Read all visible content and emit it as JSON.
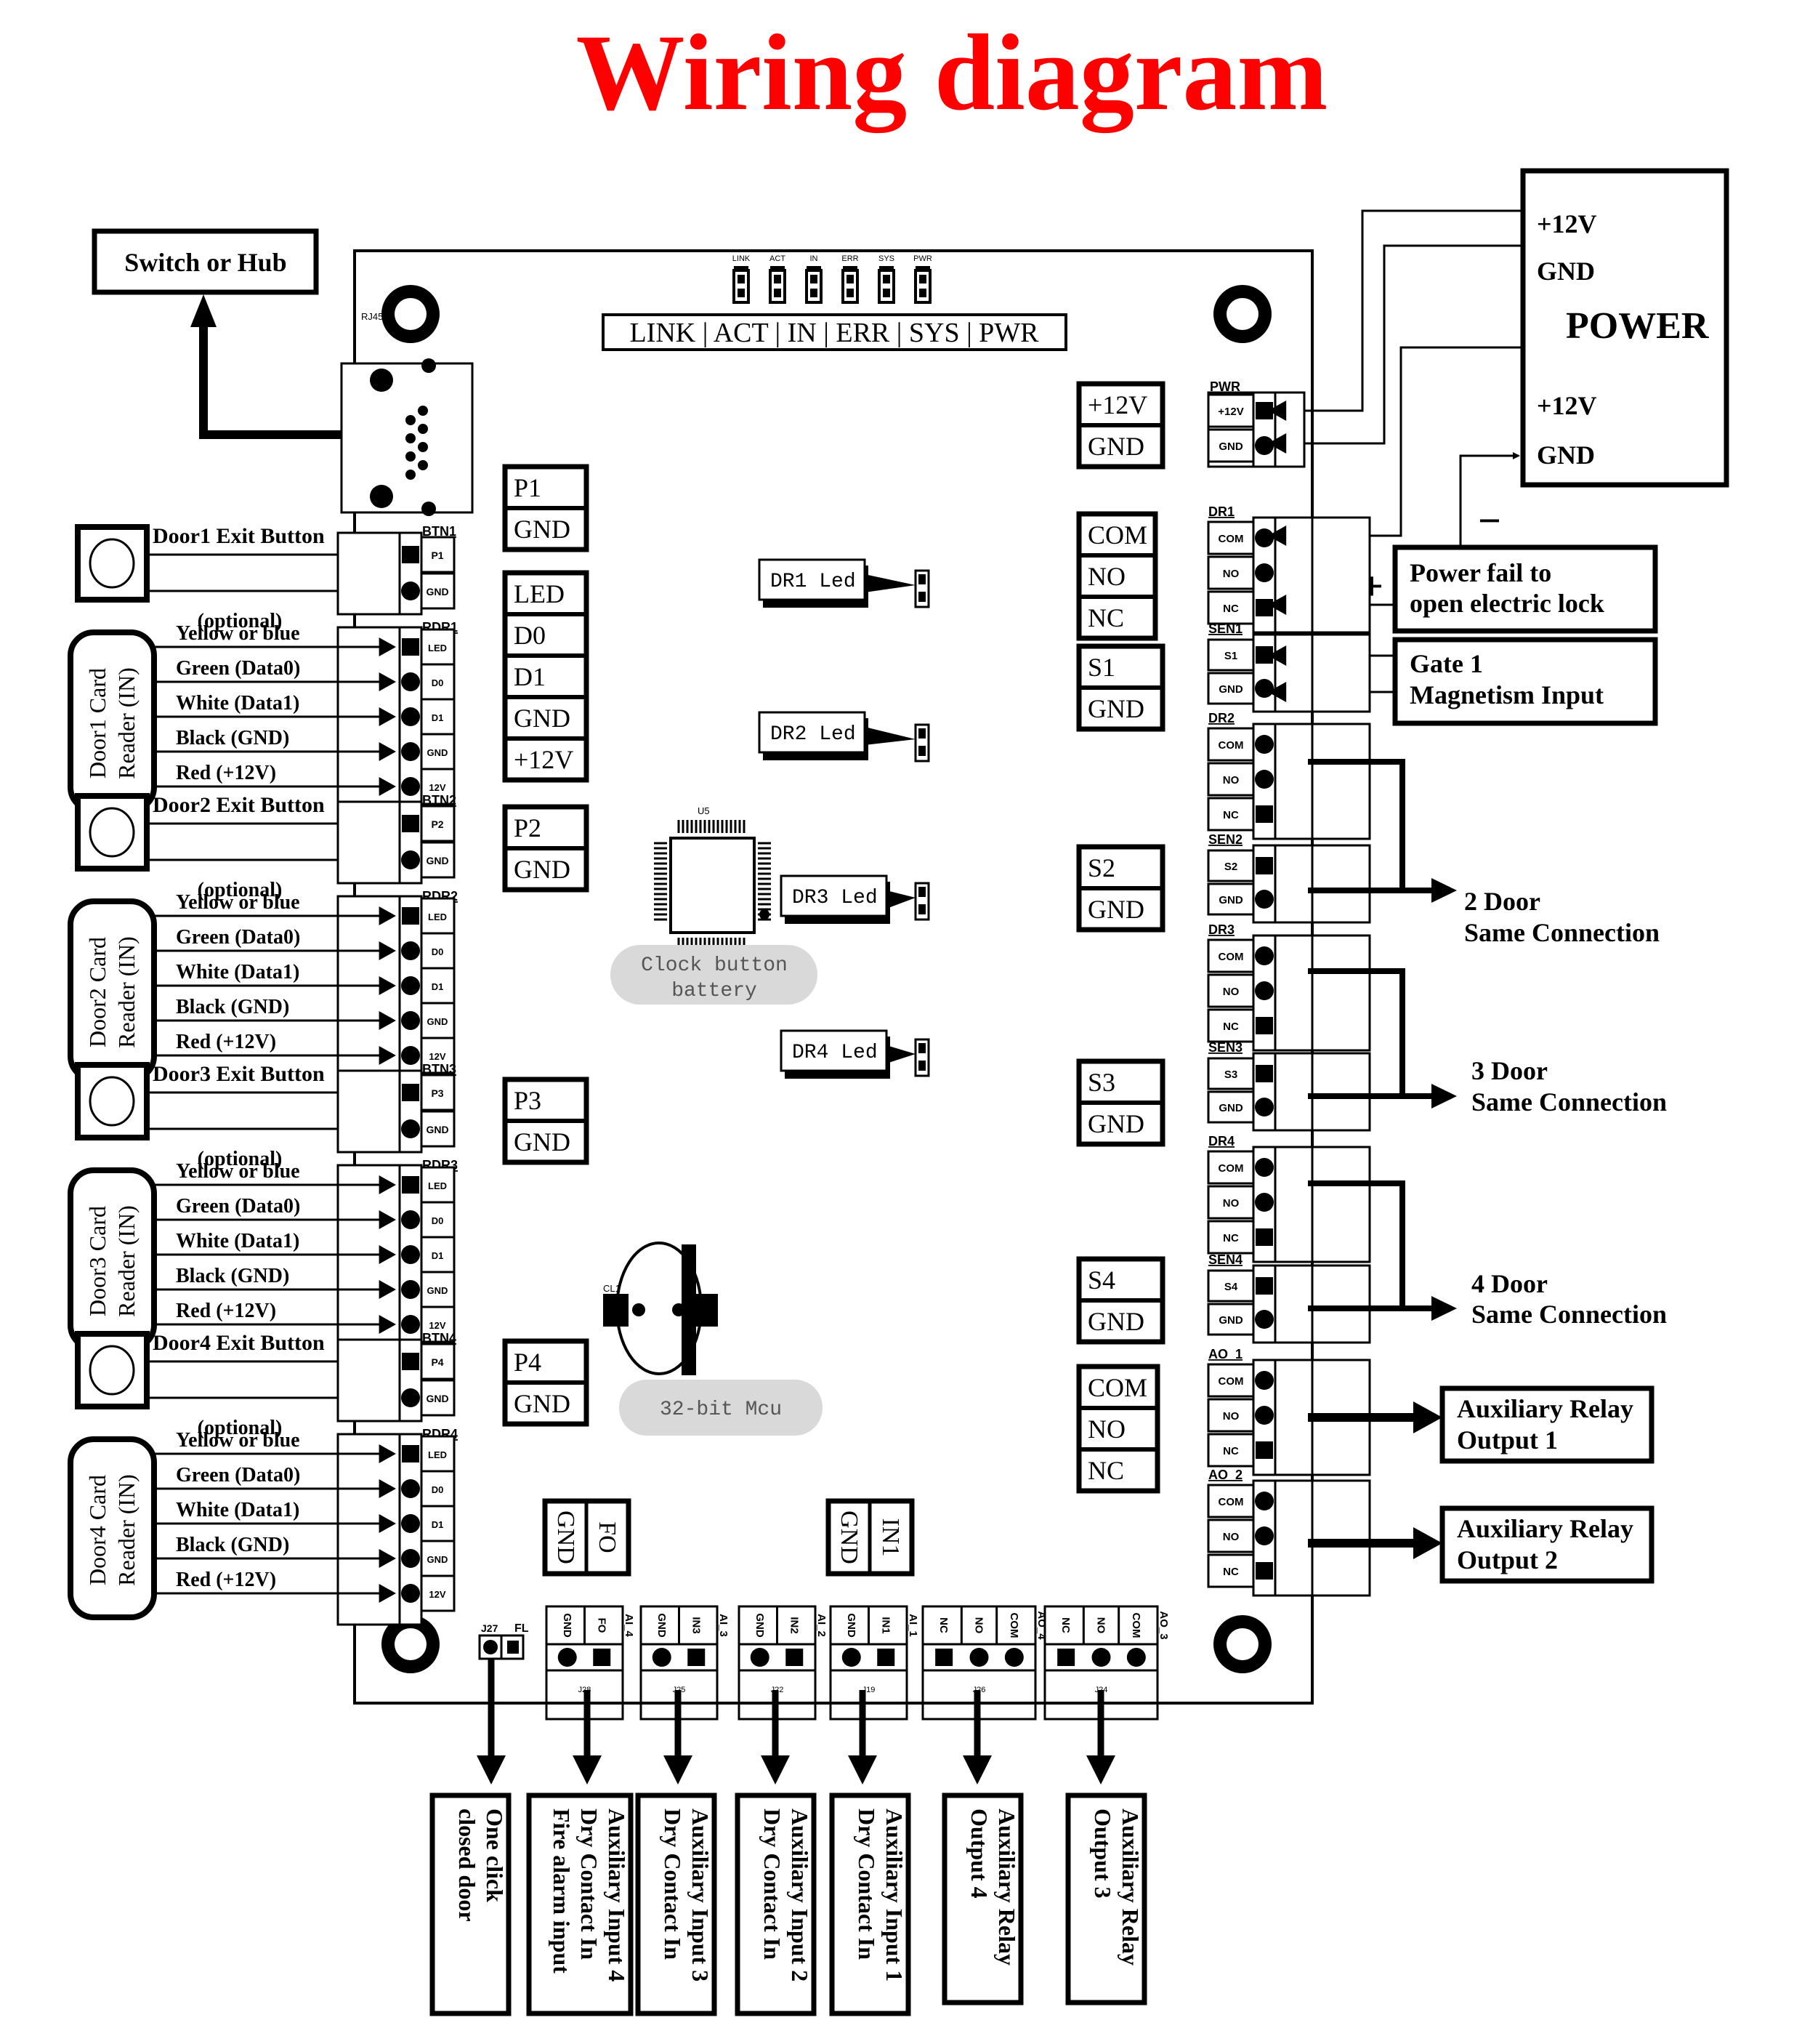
{
  "title": "Wiring diagram",
  "colors": {
    "title": "#ff0000",
    "line": "#000000",
    "pill": "#d9d9d9"
  },
  "network": {
    "label": "Switch or Hub",
    "connector": "RJ45"
  },
  "led_bar": {
    "text": "LINK | ACT | IN | ERR | SYS | PWR",
    "leds": [
      "LINK",
      "ACT",
      "IN",
      "ERR",
      "SYS",
      "PWR"
    ]
  },
  "power": {
    "title": "POWER",
    "pins": [
      "+12V",
      "GND",
      "+12V",
      "GND"
    ],
    "board_header": "PWR",
    "board_pins": [
      "+12V",
      "GND"
    ],
    "minus": "−",
    "plus": "+"
  },
  "left_doors": [
    {
      "exit_label": "Door1 Exit Button",
      "btn_header": "BTN1",
      "btn_pins": [
        "P1",
        "GND"
      ],
      "reader_label_1": "Door1  Card",
      "reader_label_2": "Reader (IN)",
      "rdr_header": "RDR1"
    },
    {
      "exit_label": "Door2 Exit Button",
      "btn_header": "BTN2",
      "btn_pins": [
        "P2",
        "GND"
      ],
      "reader_label_1": "Door2  Card",
      "reader_label_2": "Reader (IN)",
      "rdr_header": "RDR2"
    },
    {
      "exit_label": "Door3 Exit Button",
      "btn_header": "BTN3",
      "btn_pins": [
        "P3",
        "GND"
      ],
      "reader_label_1": "Door3  Card",
      "reader_label_2": "Reader (IN)",
      "rdr_header": "RDR3"
    },
    {
      "exit_label": "Door4 Exit Button",
      "btn_header": "BTN4",
      "btn_pins": [
        "P4",
        "GND"
      ],
      "reader_label_1": "Door4  Card",
      "reader_label_2": "Reader (IN)",
      "rdr_header": "RDR4"
    }
  ],
  "reader_wires": {
    "optional": "(optional)",
    "labels": [
      "Yellow or blue",
      "Green (Data0)",
      "White (Data1)",
      "Black (GND)",
      "Red    (+12V)"
    ],
    "pins": [
      "LED",
      "D0",
      "D1",
      "GND",
      "12V"
    ]
  },
  "inner_left_blocks": [
    [
      "P1",
      "GND"
    ],
    [
      "LED",
      "D0",
      "D1",
      "GND",
      "+12V"
    ],
    [
      "P2",
      "GND"
    ],
    [
      "P3",
      "GND"
    ],
    [
      "P4",
      "GND"
    ]
  ],
  "inner_right_blocks": [
    [
      "+12V",
      "GND"
    ],
    [
      "COM",
      "NO",
      "NC"
    ],
    [
      "S1",
      "GND"
    ],
    [
      "S2",
      "GND"
    ],
    [
      "S3",
      "GND"
    ],
    [
      "S4",
      "GND"
    ],
    [
      "COM",
      "NO",
      "NC"
    ]
  ],
  "door_leds": [
    "DR1 Led",
    "DR2 Led",
    "DR3 Led",
    "DR4 Led"
  ],
  "mcu": {
    "chip_ref": "U5",
    "battery_ref": "CL1",
    "battery_label": "Clock button battery",
    "mcu_label": "32-bit Mcu",
    "battery_line1": "Clock button",
    "battery_line2": "battery"
  },
  "right_connectors": [
    {
      "header": "DR1",
      "pins": [
        "COM",
        "NO",
        "NC"
      ]
    },
    {
      "header": "SEN1",
      "pins": [
        "S1",
        "GND"
      ]
    },
    {
      "header": "DR2",
      "pins": [
        "COM",
        "NO",
        "NC"
      ]
    },
    {
      "header": "SEN2",
      "pins": [
        "S2",
        "GND"
      ]
    },
    {
      "header": "DR3",
      "pins": [
        "COM",
        "NO",
        "NC"
      ]
    },
    {
      "header": "SEN3",
      "pins": [
        "S3",
        "GND"
      ]
    },
    {
      "header": "DR4",
      "pins": [
        "COM",
        "NO",
        "NC"
      ]
    },
    {
      "header": "SEN4",
      "pins": [
        "S4",
        "GND"
      ]
    },
    {
      "header": "AO_1",
      "pins": [
        "COM",
        "NO",
        "NC"
      ]
    },
    {
      "header": "AO_2",
      "pins": [
        "COM",
        "NO",
        "NC"
      ]
    }
  ],
  "right_labels": {
    "lock_1": "Power fail to",
    "lock_2": "open electric lock",
    "gate_1": "Gate 1",
    "gate_2": "Magnetism Input",
    "door2_1": "2 Door",
    "door2_2": "Same Connection",
    "door3_1": "3 Door",
    "door3_2": "Same Connection",
    "door4_1": "4 Door",
    "door4_2": "Same Connection",
    "aux1_1": "Auxiliary Relay",
    "aux1_2": "Output 1",
    "aux2_1": "Auxiliary Relay",
    "aux2_2": "Output 2"
  },
  "bottom_inner_blocks": [
    [
      "GND",
      "FO"
    ],
    [
      "GND",
      "IN1"
    ]
  ],
  "bottom_connectors": [
    {
      "header": "J27 FL",
      "pins": [
        "",
        ""
      ]
    },
    {
      "header": "AI_4",
      "ref": "J28",
      "pins": [
        "GND",
        "FO"
      ]
    },
    {
      "header": "AI_3",
      "ref": "J25",
      "pins": [
        "GND",
        "IN3"
      ]
    },
    {
      "header": "AI_2",
      "ref": "J22",
      "pins": [
        "GND",
        "IN2"
      ]
    },
    {
      "header": "AI_1",
      "ref": "J19",
      "pins": [
        "GND",
        "IN1"
      ]
    },
    {
      "header": "AO_4",
      "ref": "J26",
      "pins": [
        "NC",
        "NO",
        "COM"
      ]
    },
    {
      "header": "AO_3",
      "ref": "J24",
      "pins": [
        "NC",
        "NO",
        "COM"
      ]
    }
  ],
  "bottom_labels": [
    {
      "lines": [
        "One click",
        "closed door"
      ]
    },
    {
      "lines": [
        "Auxiliary Input 4",
        "Dry Contact In",
        "Fire alarm input"
      ]
    },
    {
      "lines": [
        "Auxiliary Input 3",
        "Dry Contact In"
      ]
    },
    {
      "lines": [
        "Auxiliary Input 2",
        "Dry Contact In"
      ]
    },
    {
      "lines": [
        "Auxiliary Input 1",
        "Dry Contact In"
      ]
    },
    {
      "lines": [
        "Auxiliary Relay",
        "Output 4"
      ]
    },
    {
      "lines": [
        "Auxiliary Relay",
        "Output 3"
      ]
    }
  ]
}
